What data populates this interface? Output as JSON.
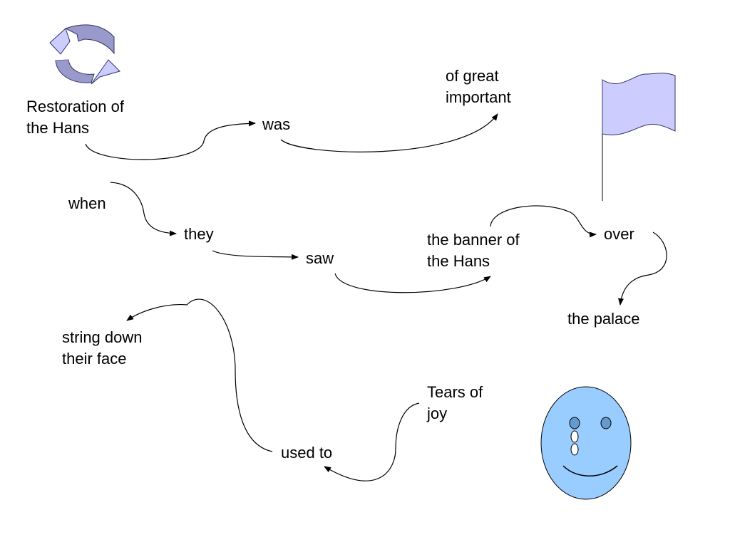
{
  "nodes": {
    "restoration": [
      "Restoration of",
      "the Hans"
    ],
    "was": "was",
    "great_important": [
      "of great",
      "important"
    ],
    "when": "when",
    "they": "they",
    "saw": "saw",
    "banner": [
      "the banner of",
      "the Hans"
    ],
    "over": "over",
    "palace": "the palace",
    "string_down": [
      "string down",
      "their face"
    ],
    "used_to": "used to",
    "tears": [
      "Tears of",
      "joy"
    ]
  },
  "colors": {
    "line": "#000000",
    "cycle_arrow_fill": "#ccccff",
    "cycle_arrow_dark": "#9999cc",
    "flag_fill": "#ccccff",
    "face_fill": "#99ccff",
    "eye_fill": "#6699cc",
    "tear_fill": "#ffffff"
  },
  "icons": [
    "cycle-arrows-icon",
    "flag-icon",
    "crying-smiley-face-icon"
  ]
}
